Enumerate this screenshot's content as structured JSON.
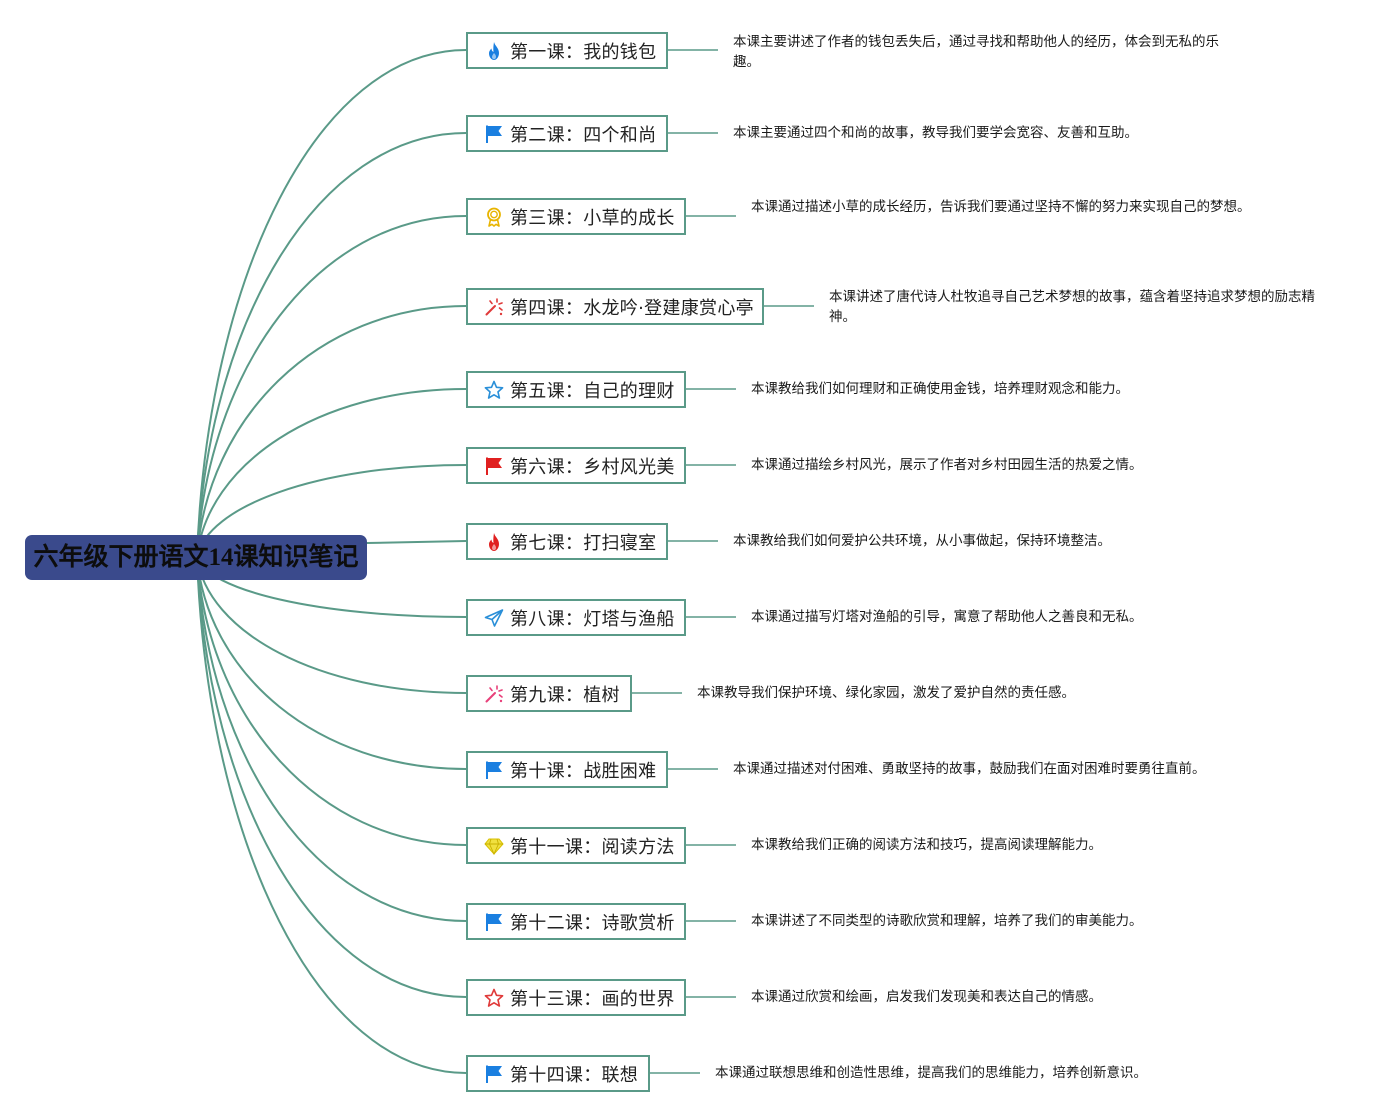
{
  "root": {
    "title": "六年级下册语文14课知识笔记"
  },
  "colors": {
    "branch": "#5a9a88",
    "root_fill": "#3a4a8c",
    "node_border": "#5a9a88"
  },
  "lessons": [
    {
      "label": "第一课：我的钱包",
      "icon": "fire-icon",
      "icon_color": "#1a7fe0",
      "desc": "本课主要讲述了作者的钱包丢失后，通过寻找和帮助他人的经历，体会到无私的乐趣。"
    },
    {
      "label": "第二课：四个和尚",
      "icon": "flag-icon",
      "icon_color": "#1a7fe0",
      "desc": "本课主要通过四个和尚的故事，教导我们要学会宽容、友善和互助。"
    },
    {
      "label": "第三课：小草的成长",
      "icon": "medal-icon",
      "icon_color": "#e8b400",
      "desc": "本课通过描述小草的成长经历，告诉我们要通过坚持不懈的努力来实现自己的梦想。"
    },
    {
      "label": "第四课：水龙吟·登建康赏心亭",
      "icon": "sparkle-icon",
      "icon_color": "#e03a3a",
      "desc": "本课讲述了唐代诗人杜牧追寻自己艺术梦想的故事，蕴含着坚持追求梦想的励志精神。"
    },
    {
      "label": "第五课：自己的理财",
      "icon": "star-outline-icon",
      "icon_color": "#2a8fd8",
      "desc": "本课教给我们如何理财和正确使用金钱，培养理财观念和能力。"
    },
    {
      "label": "第六课：乡村风光美",
      "icon": "flag-icon",
      "icon_color": "#e02020",
      "desc": "本课通过描绘乡村风光，展示了作者对乡村田园生活的热爱之情。"
    },
    {
      "label": "第七课：打扫寝室",
      "icon": "fire-icon",
      "icon_color": "#e02020",
      "desc": "本课教给我们如何爱护公共环境，从小事做起，保持环境整洁。"
    },
    {
      "label": "第八课：灯塔与渔船",
      "icon": "paper-plane-icon",
      "icon_color": "#2a8fd8",
      "desc": "本课通过描写灯塔对渔船的引导，寓意了帮助他人之善良和无私。"
    },
    {
      "label": "第九课：植树",
      "icon": "sparkle-icon",
      "icon_color": "#e8407a",
      "desc": "本课教导我们保护环境、绿化家园，激发了爱护自然的责任感。"
    },
    {
      "label": "第十课：战胜困难",
      "icon": "flag-icon",
      "icon_color": "#1a7fe0",
      "desc": "本课通过描述对付困难、勇敢坚持的故事，鼓励我们在面对困难时要勇往直前。"
    },
    {
      "label": "第十一课：阅读方法",
      "icon": "diamond-icon",
      "icon_color": "#f0e040",
      "desc": "本课教给我们正确的阅读方法和技巧，提高阅读理解能力。"
    },
    {
      "label": "第十二课：诗歌赏析",
      "icon": "flag-icon",
      "icon_color": "#1a7fe0",
      "desc": "本课讲述了不同类型的诗歌欣赏和理解，培养了我们的审美能力。"
    },
    {
      "label": "第十三课：画的世界",
      "icon": "star-outline-icon",
      "icon_color": "#e03a3a",
      "desc": "本课通过欣赏和绘画，启发我们发现美和表达自己的情感。"
    },
    {
      "label": "第十四课：联想",
      "icon": "flag-icon",
      "icon_color": "#1a7fe0",
      "desc": "本课通过联想思维和创造性思维，提高我们的思维能力，培养创新意识。"
    }
  ]
}
